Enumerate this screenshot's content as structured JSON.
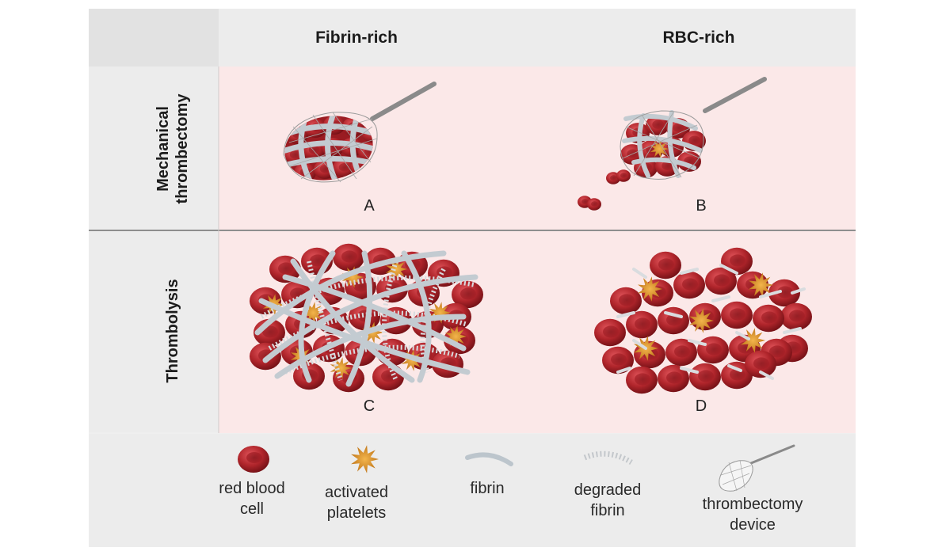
{
  "columns": [
    "Fibrin-rich",
    "RBC-rich"
  ],
  "rows": [
    {
      "label_line1": "Mechanical",
      "label_line2": "thrombectomy"
    },
    {
      "label_line1": "Thrombolysis",
      "label_line2": ""
    }
  ],
  "panels": [
    "A",
    "B",
    "C",
    "D"
  ],
  "legend": [
    {
      "icon": "red-blood-cell-icon",
      "line1": "red blood",
      "line2": "cell"
    },
    {
      "icon": "activated-platelet-icon",
      "line1": "activated",
      "line2": "platelets"
    },
    {
      "icon": "fibrin-icon",
      "line1": "fibrin",
      "line2": ""
    },
    {
      "icon": "degraded-fibrin-icon",
      "line1": "degraded",
      "line2": "fibrin"
    },
    {
      "icon": "thrombectomy-device-icon",
      "line1": "thrombectomy",
      "line2": "device"
    }
  ],
  "colors": {
    "panel_bg": "#fbe8e8",
    "header_bg": "#ededed",
    "rbc": "#b0252b",
    "platelet": "#e39a2c",
    "fibrin": "#bcc5cc"
  }
}
